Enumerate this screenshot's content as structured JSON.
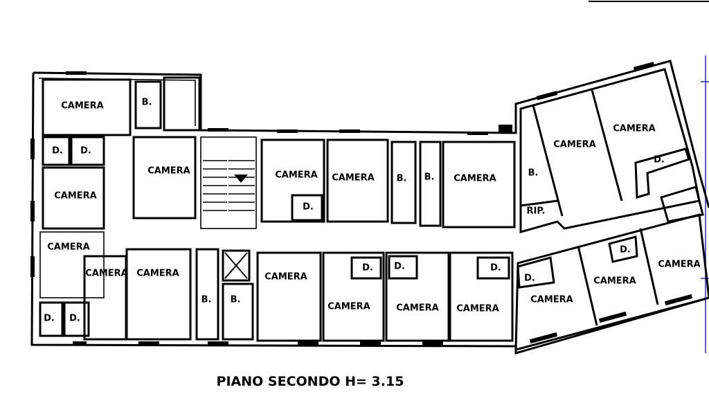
{
  "plan": {
    "title": "PIANO SECONDO H= 3.15",
    "rooms": {
      "camera_1": "CAMERA",
      "d_1": "D.",
      "d_2": "D.",
      "camera_2": "CAMERA",
      "camera_3": "CAMERA",
      "camera_4": "CAMERA",
      "d_3": "D.",
      "d_4": "D.",
      "b_1": "B.",
      "camera_5": "CAMERA",
      "camera_6": "CAMERA",
      "b_2": "B.",
      "b_3": "B.",
      "camera_7": "CAMERA",
      "d_5": "D.",
      "camera_8": "CAMERA",
      "b_4": "B.",
      "b_5": "B.",
      "camera_9": "CAMERA",
      "camera_10": "CAMERA",
      "camera_11": "CAMERA",
      "d_6": "D.",
      "d_7": "D.",
      "camera_12": "CAMERA",
      "camera_13": "CAMERA",
      "d_8": "D.",
      "camera_14": "CAMERA",
      "camera_15": "CAMERA",
      "b_6": "B.",
      "rip": "RIP.",
      "d_9": "D.",
      "d_10": "D.",
      "d_11": "D.",
      "camera_16": "CAMERA",
      "camera_17": "CAMERA",
      "camera_18": "CAMERA"
    }
  }
}
